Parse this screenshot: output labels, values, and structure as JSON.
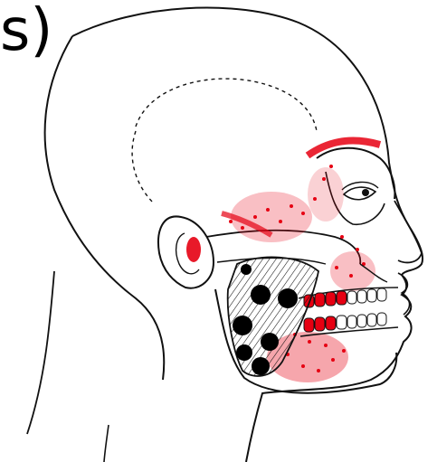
{
  "caption": {
    "fragment": "s)"
  },
  "colors": {
    "ink": "#111111",
    "referred_pain": "#e60012",
    "trigger_point": "#000000",
    "background": "#ffffff"
  },
  "figure": {
    "subject": "head-profile-right-facing",
    "parts": [
      "skull-outline",
      "ear",
      "eye",
      "nose",
      "lips",
      "upper-teeth",
      "lower-teeth",
      "neck",
      "temporal-line-dashed",
      "zygomatic-arch",
      "masseter-muscle-hatched",
      "referred-pain-stipple",
      "trigger-points"
    ],
    "trigger_point_count": 7
  }
}
